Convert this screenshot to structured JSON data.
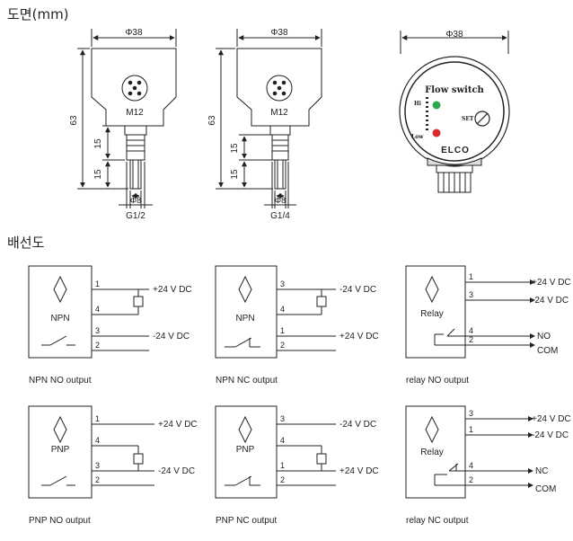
{
  "headings": {
    "dimensions": "도면(mm)",
    "wiring": "배선도"
  },
  "dims": {
    "dia38": "Φ38",
    "dia8": "Φ8",
    "h63": "63",
    "h15": "15",
    "m12": "M12",
    "g12": "G1/2",
    "g14": "G1/4"
  },
  "device": {
    "title": "Flow switch",
    "hi": "Hi",
    "low": "Low",
    "set": "SET",
    "brand": "ELCO"
  },
  "boxes": {
    "npn": "NPN",
    "pnp": "PNP",
    "relay": "Relay"
  },
  "wires": {
    "n1": "1",
    "n2": "2",
    "n3": "3",
    "n4": "4",
    "pos24": "+24 V DC",
    "neg24": "-24 V DC",
    "no": "NO",
    "nc": "NC",
    "com": "COM"
  },
  "captions": {
    "npn_no": "NPN NO output",
    "npn_nc": "NPN NC output",
    "relay_no": "relay NO output",
    "pnp_no": "PNP NO output",
    "pnp_nc": "PNP NC output",
    "relay_nc": "relay NC output"
  }
}
